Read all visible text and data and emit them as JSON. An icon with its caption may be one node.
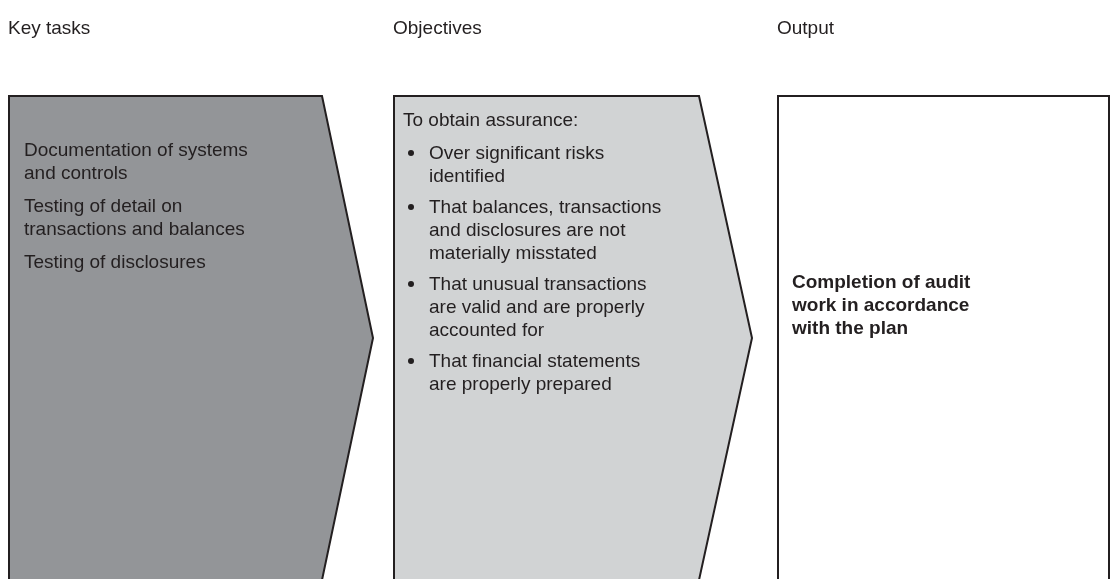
{
  "diagram": {
    "nodes": [
      {
        "text": [
          "Key tasks",
          "Documentation of systems and controls",
          "Testing of detail on transactions and balances",
          "Testing of disclosures"
        ]
      },
      {
        "text": [
          "Objectives",
          "To obtain assurance:",
          "Over significant risks identified",
          "That balances, transactions and disclosures are not materially misstated",
          "That unusual transactions are valid and are properly accounted for",
          "That financial statements are properly prepared"
        ]
      },
      {
        "text": [
          "Output",
          "Completion of audit work in accordance with the plan"
        ]
      }
    ]
  }
}
